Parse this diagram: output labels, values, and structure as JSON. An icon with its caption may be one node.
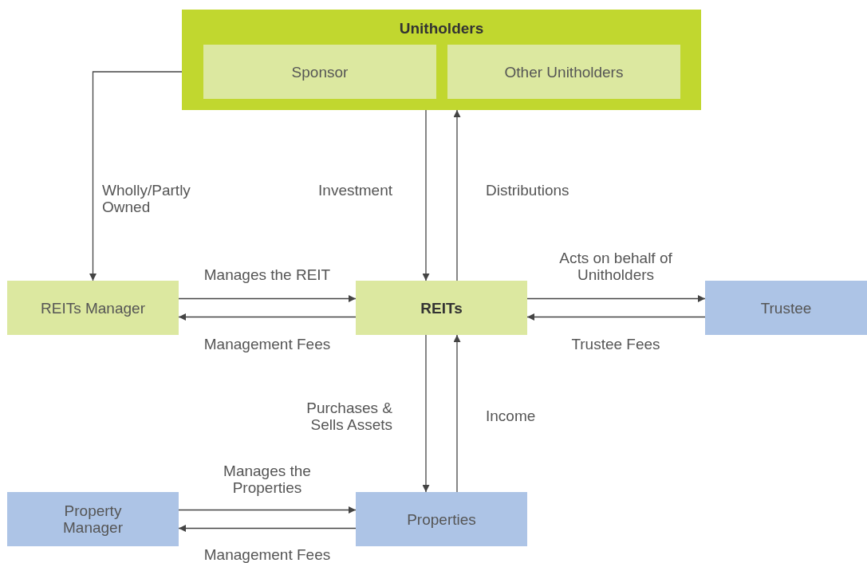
{
  "diagram": {
    "nodes": [
      {
        "text": [
          "Unitholders"
        ]
      },
      {
        "text": [
          "Sponsor"
        ],
        "in": 0
      },
      {
        "text": [
          "Other Unitholders"
        ],
        "in": 0
      },
      {
        "text": [
          "REITs Manager"
        ]
      },
      {
        "text": [
          "REITs"
        ]
      },
      {
        "text": [
          "Trustee"
        ]
      },
      {
        "text": [
          "Property Manager"
        ]
      },
      {
        "text": [
          "Properties"
        ]
      }
    ],
    "edges": [
      {
        "from": 1,
        "to": 3,
        "arrow": "to",
        "label": "Wholly/Partly Owned"
      },
      {
        "from": 0,
        "to": 4,
        "arrow": "to",
        "label": "Investment"
      },
      {
        "from": 4,
        "to": 0,
        "arrow": "to",
        "label": "Distributions"
      },
      {
        "from": 3,
        "to": 4,
        "arrow": "to",
        "label": "Manages the REIT"
      },
      {
        "from": 4,
        "to": 3,
        "arrow": "to",
        "label": "Management Fees"
      },
      {
        "from": 4,
        "to": 5,
        "arrow": "to",
        "label": "Acts on behalf of Unitholders"
      },
      {
        "from": 5,
        "to": 4,
        "arrow": "to",
        "label": "Trustee Fees"
      },
      {
        "from": 4,
        "to": 7,
        "arrow": "to",
        "label": "Purchases & Sells Assets"
      },
      {
        "from": 7,
        "to": 4,
        "arrow": "to",
        "label": "Income"
      },
      {
        "from": 6,
        "to": 7,
        "arrow": "to",
        "label": "Manages the Properties"
      },
      {
        "from": 7,
        "to": 6,
        "arrow": "to",
        "label": "Management Fees"
      }
    ]
  }
}
